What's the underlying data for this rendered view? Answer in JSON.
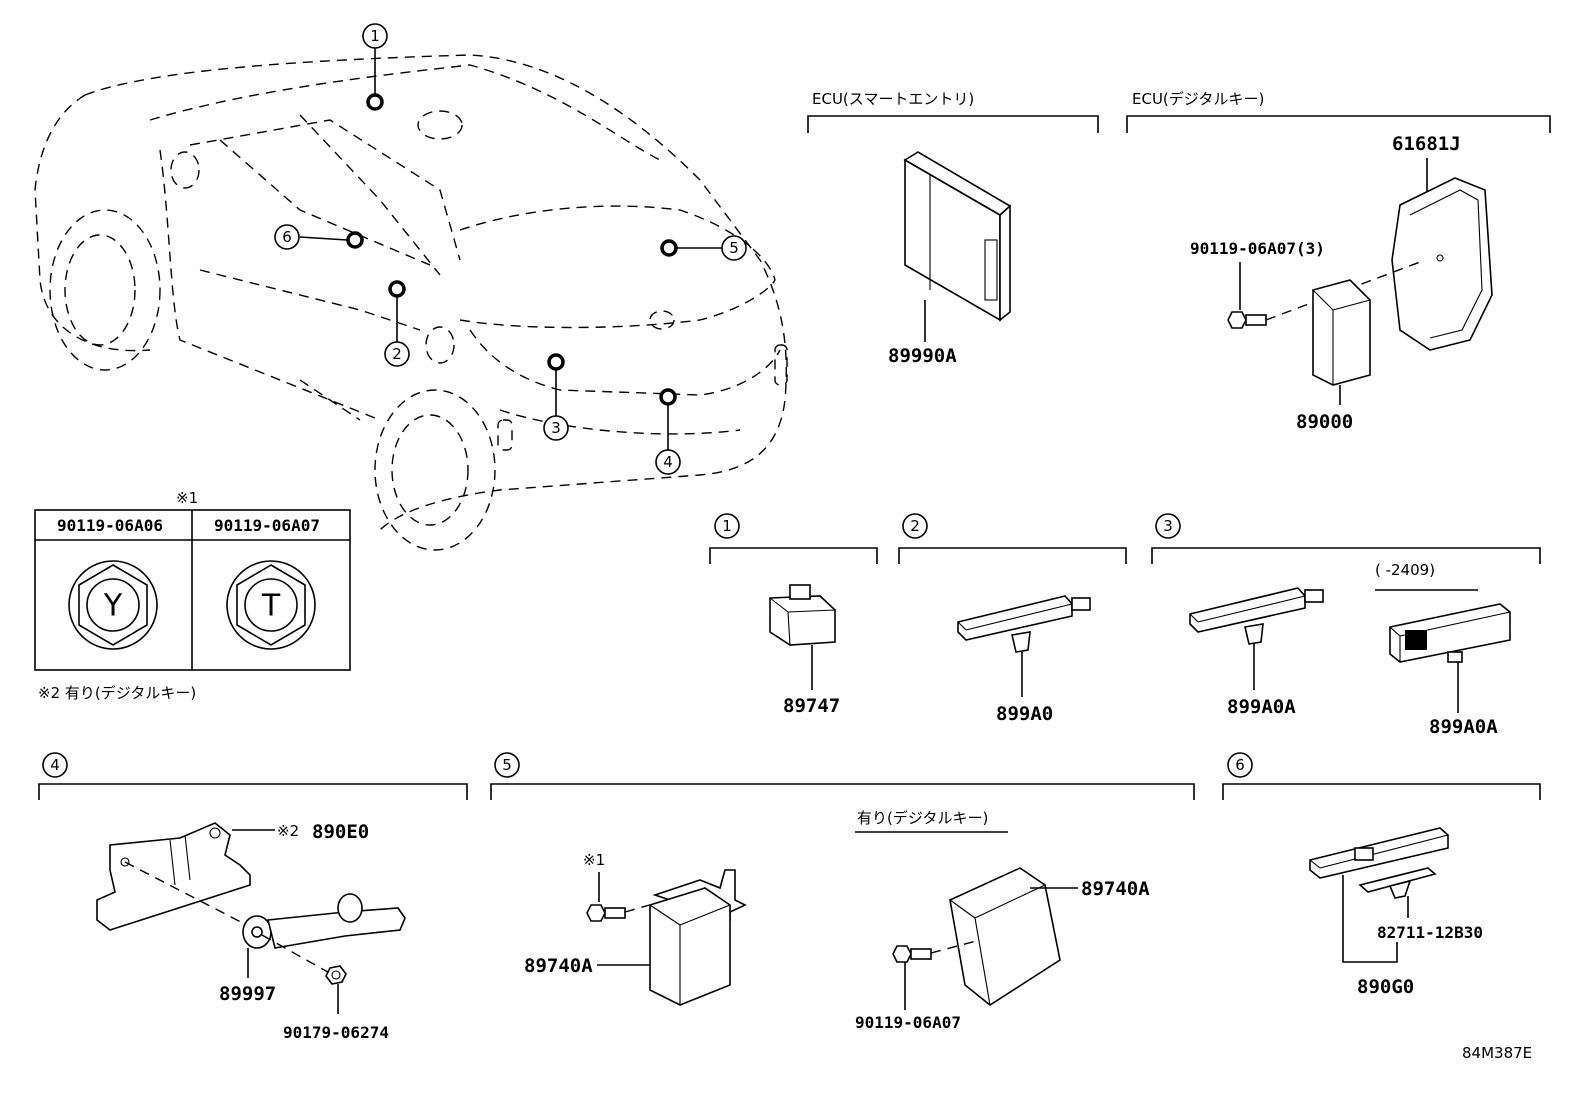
{
  "sections": {
    "ecu_smart_entry": "ECU(スマートエントリ)",
    "ecu_digital_key": "ECU(デジタルキー)",
    "with_digital_key_5": "有り(デジタルキー)"
  },
  "callouts": [
    "1",
    "2",
    "3",
    "4",
    "5",
    "6"
  ],
  "parts": {
    "p89990A": "89990A",
    "p61681J": "61681J",
    "p90119_06A07_3": "90119-06A07(3)",
    "p89000": "89000",
    "p89747": "89747",
    "p899A0": "899A0",
    "p899A0A_1": "899A0A",
    "p899A0A_2": "899A0A",
    "p890E0": "890E0",
    "p89997": "89997",
    "p90179_06274": "90179-06274",
    "p89740A_1": "89740A",
    "p89740A_2": "89740A",
    "p90119_06A07": "90119-06A07",
    "p82711_12B30": "82711-12B30",
    "p890G0": "890G0"
  },
  "notes": {
    "note1_mark": "※1",
    "note1_mark_5": "※1",
    "note2_mark_4": "※2",
    "note2_text": "※2  有り(デジタルキー)",
    "range_3": "(    -2409)"
  },
  "fastener_table": {
    "col1_header": "90119-06A06",
    "col2_header": "90119-06A07",
    "col1_symbol": "Y",
    "col2_symbol": "T"
  },
  "diagram_id": "84M387E"
}
